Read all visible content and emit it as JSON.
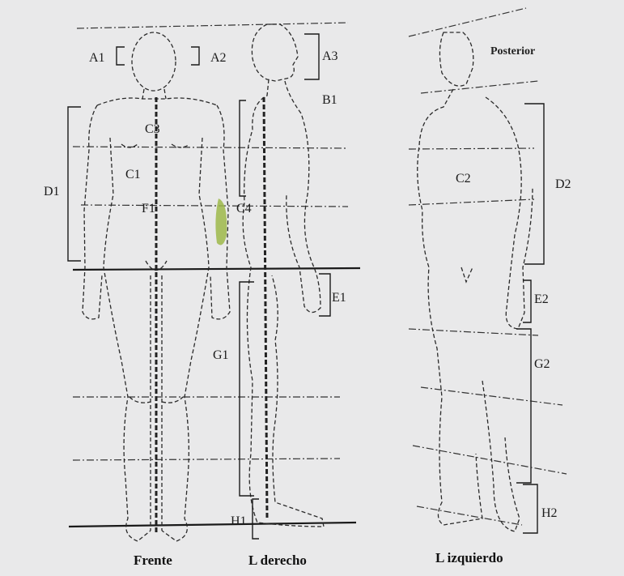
{
  "figure": {
    "views": {
      "front": "Frente",
      "right": "L derecho",
      "left": "L izquierdo",
      "posterior": "Posterior"
    },
    "measures": {
      "A1": "A1",
      "A2": "A2",
      "A3": "A3",
      "B1": "B1",
      "C1": "C1",
      "C2": "C2",
      "C3": "C3",
      "C4": "C4",
      "D1": "D1",
      "D2": "D2",
      "E1": "E1",
      "E2": "E2",
      "F1": "F1",
      "G1": "G1",
      "G2": "G2",
      "H1": "H1",
      "H2": "H2"
    },
    "colors": {
      "paper": "#e9e9ea",
      "ink": "#1b1b1b",
      "highlight": "#9db84a"
    }
  }
}
